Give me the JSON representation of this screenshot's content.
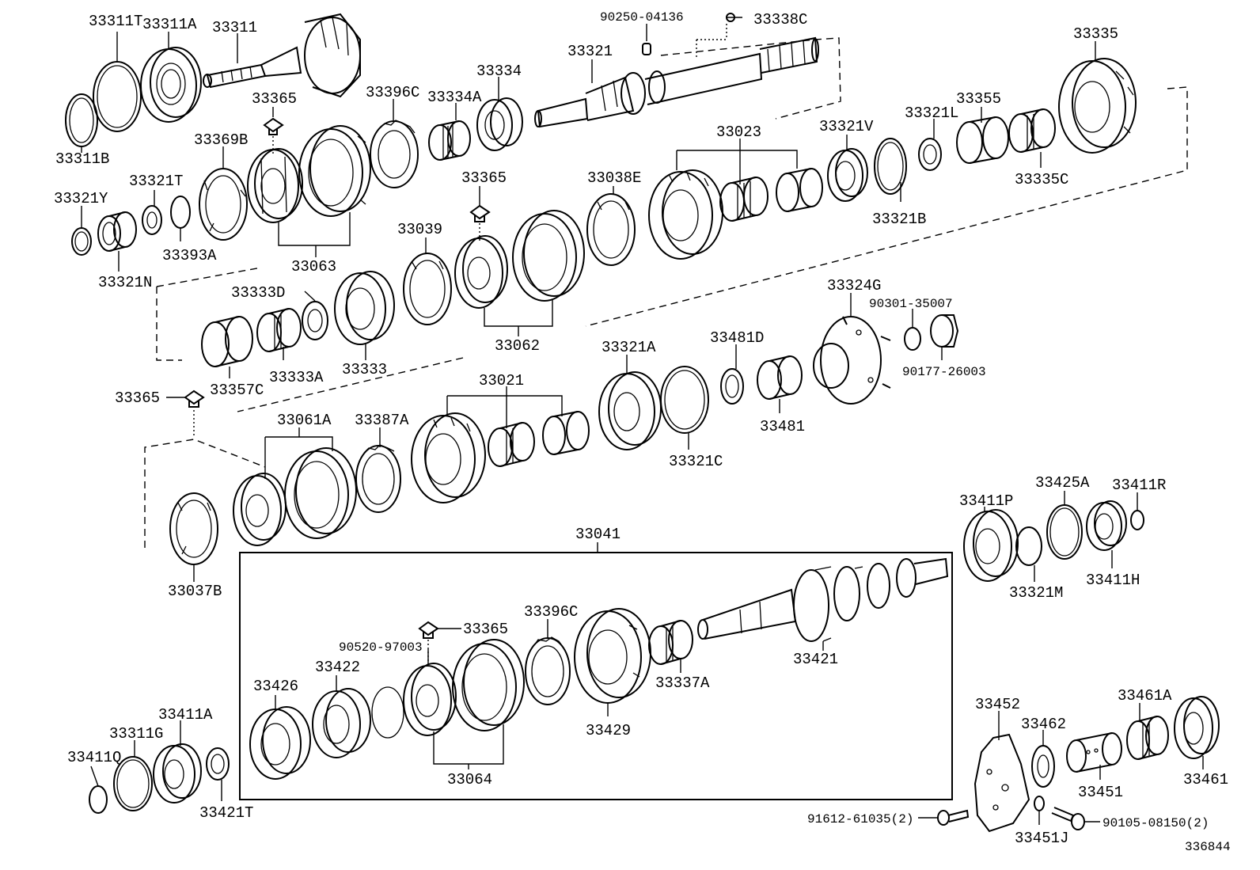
{
  "labels": {
    "p33311T": "33311T",
    "p33311A": "33311A",
    "p33311": "33311",
    "p33311B": "33311B",
    "p33365a": "33365",
    "p33369B": "33369B",
    "p33396Ca": "33396C",
    "p33334A": "33334A",
    "p33334": "33334",
    "p33321": "33321",
    "p90250": "90250-04136",
    "p33338C": "33338C",
    "p33335": "33335",
    "p33321T": "33321T",
    "p33321Y": "33321Y",
    "p33393A": "33393A",
    "p33321N": "33321N",
    "p33063": "33063",
    "p33365b": "33365",
    "p33023": "33023",
    "p33321V": "33321V",
    "p33321L": "33321L",
    "p33355": "33355",
    "p33335C": "33335C",
    "p33321B": "33321B",
    "p33038E": "33038E",
    "p33039": "33039",
    "p33333D": "33333D",
    "p33333": "33333",
    "p33333A": "33333A",
    "p33357C": "33357C",
    "p33062": "33062",
    "p33324G": "33324G",
    "p90301": "90301-35007",
    "p90177": "90177-26003",
    "p33481D": "33481D",
    "p33321A": "33321A",
    "p33481": "33481",
    "p33365c": "33365",
    "p33021": "33021",
    "p33061A": "33061A",
    "p33387A": "33387A",
    "p33321C": "33321C",
    "p33037B": "33037B",
    "p33041": "33041",
    "p33411P": "33411P",
    "p33425A": "33425A",
    "p33411R": "33411R",
    "p33321M": "33321M",
    "p33411H": "33411H",
    "p33396Cb": "33396C",
    "p33365d": "33365",
    "p90520": "90520-97003",
    "p33421": "33421",
    "p33422": "33422",
    "p33426": "33426",
    "p33337A": "33337A",
    "p33429": "33429",
    "p33064": "33064",
    "p33411A": "33411A",
    "p33311G": "33311G",
    "p33411Q": "33411Q",
    "p33421T": "33421T",
    "p33452": "33452",
    "p33462": "33462",
    "p33461A": "33461A",
    "p33451": "33451",
    "p33461": "33461",
    "p91612": "91612-61035(2)",
    "p90105": "90105-08150(2)",
    "p33451J": "33451J",
    "diagramId": "336844"
  }
}
